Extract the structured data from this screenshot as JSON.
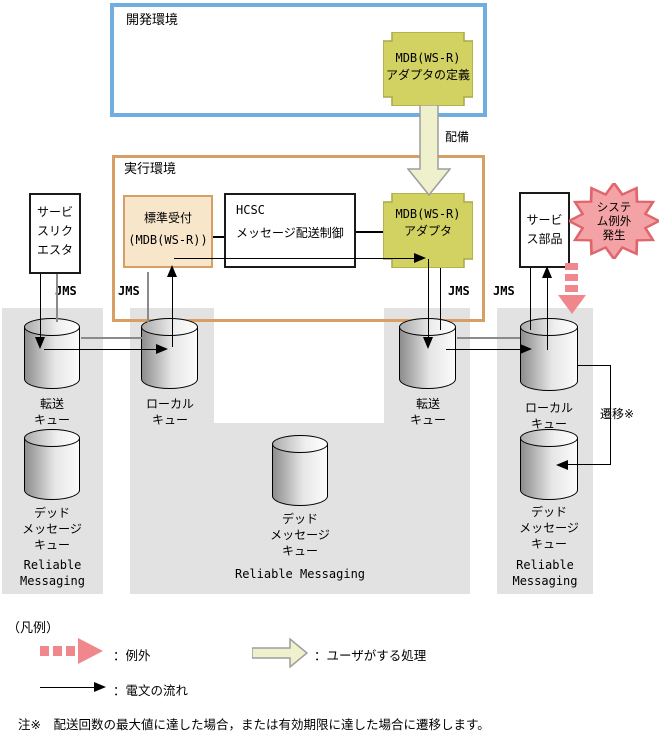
{
  "colors": {
    "dev_border": "#70aee2",
    "runtime_border": "#d89f65",
    "reception_fill": "#f8e6cb",
    "adapter_fill": "#d2d263",
    "adapter_border": "#a9a943",
    "deploy_fill": "#eff0cc",
    "deploy_border": "#9d9d9d",
    "panel_gray": "#e2e2e2",
    "exception_pink": "#f0878d",
    "burst_fill": "#f3a3a6",
    "burst_border": "#df666c"
  },
  "dev_env": {
    "title": "開発環境",
    "adapter_def_line1": "MDB(WS-R)",
    "adapter_def_line2": "アダプタの定義"
  },
  "deploy_label": "配備",
  "runtime_env": {
    "title": "実行環境",
    "reception_line1": "標準受付",
    "reception_line2": "(MDB(WS-R))",
    "hcsc_line1": "HCSC",
    "hcsc_line2": "メッセージ配送制御",
    "adapter_line1": "MDB(WS-R)",
    "adapter_line2": "アダプタ"
  },
  "service_requester": {
    "line1": "サービ",
    "line2": "スリク",
    "line3": "エスタ"
  },
  "service_component": {
    "line1": "サービ",
    "line2": "ス部品"
  },
  "exception_burst": {
    "line1": "システ",
    "line2": "ム例外",
    "line3": "発生"
  },
  "jms": "JMS",
  "queues": {
    "transfer_left_line1": "転送",
    "transfer_left_line2": "キュー",
    "local_left_line1": "ローカル",
    "local_left_line2": "キュー",
    "transfer_right_line1": "転送",
    "transfer_right_line2": "キュー",
    "local_right_line1": "ローカル",
    "local_right_line2": "キュー",
    "dead_line1": "デッド",
    "dead_line2": "メッセージ",
    "dead_line3": "キュー"
  },
  "rm": {
    "line1": "Reliable",
    "line2": "Messaging",
    "single": "Reliable Messaging"
  },
  "transition_label": "遷移※",
  "legend": {
    "title": "（凡例）",
    "exception_label": "：例外",
    "flow_label": "：電文の流れ",
    "user_label": "：ユーザがする処理"
  },
  "note": "注※　配送回数の最大値に達した場合，または有効期限に達した場合に遷移します。"
}
